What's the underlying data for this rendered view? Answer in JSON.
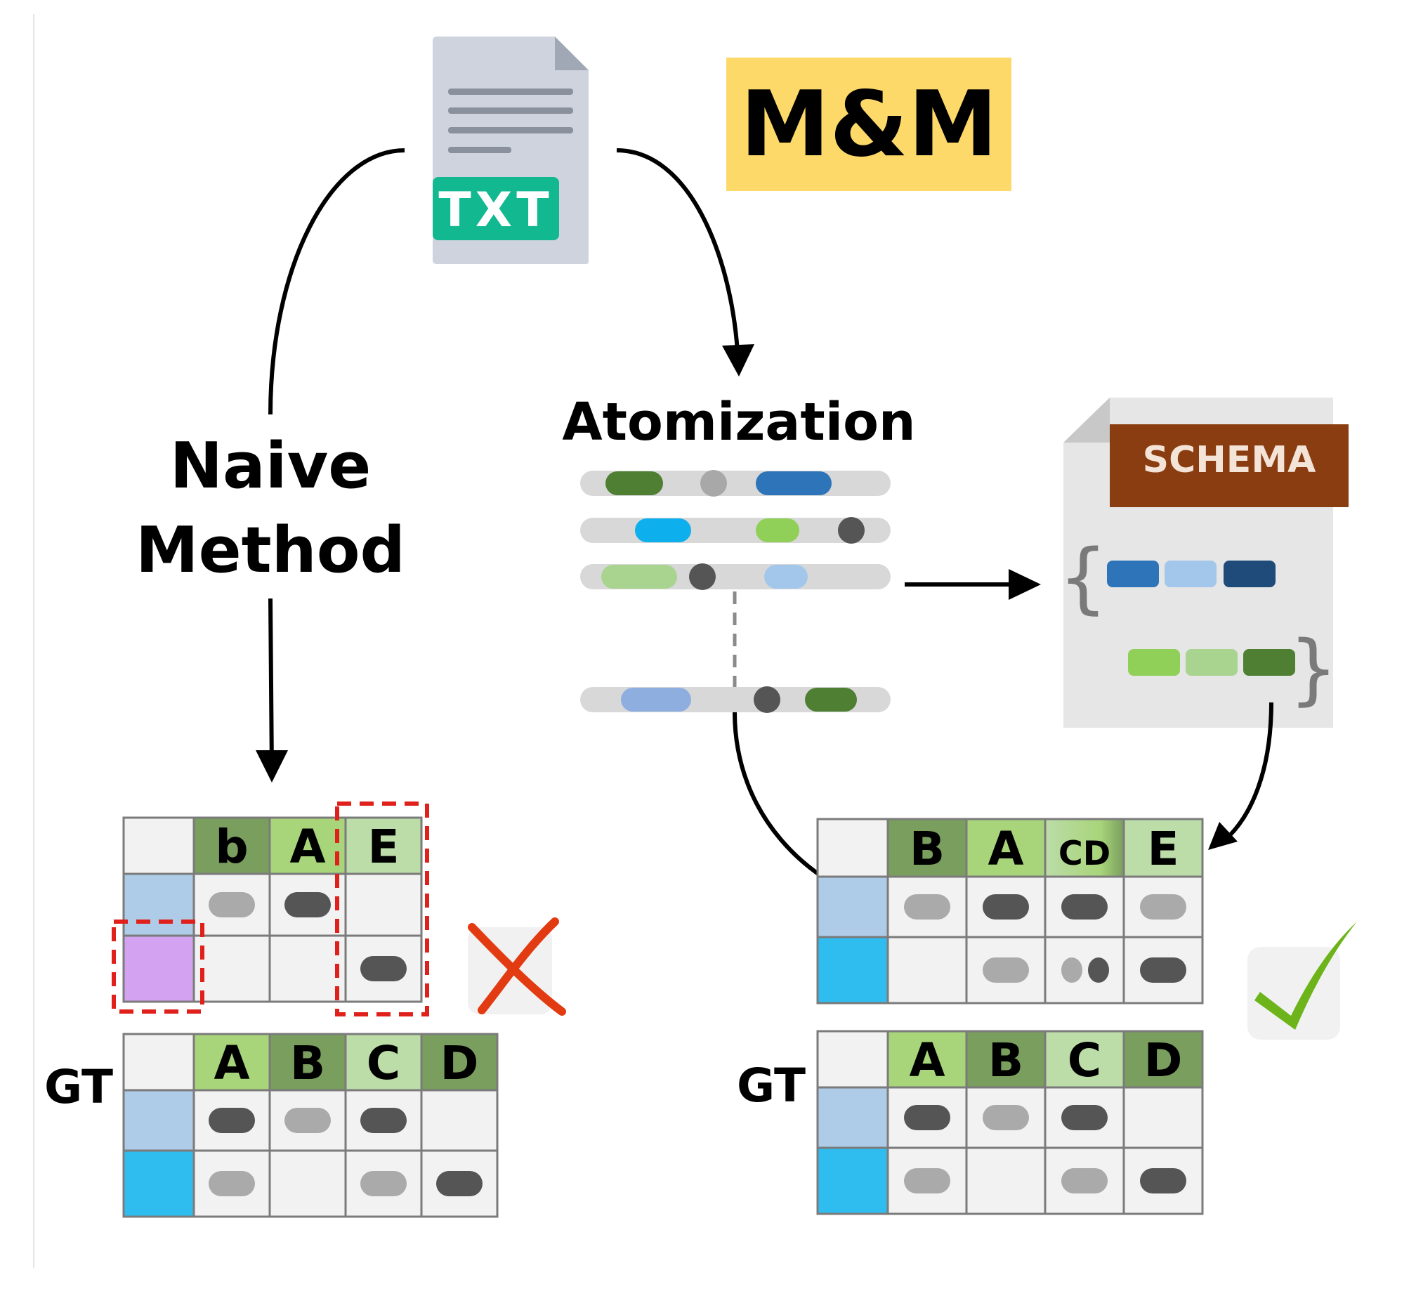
{
  "document_icon": {
    "badge": "TXT",
    "icon": "text-file-icon"
  },
  "title_badge": {
    "text": "M&M",
    "color": "#fdd96a"
  },
  "naive_label": {
    "line1": "Naive",
    "line2": "Method"
  },
  "atomization_label": "Atomization",
  "schema_label": "SCHEMA",
  "colors": {
    "dark_green": "#7a9e5e",
    "mid_green": "#a8d57a",
    "light_green": "#bcdca8",
    "light_blue_row": "#aecbe8",
    "cyan_row": "#2fbdf0",
    "purple_row": "#d3a3f2",
    "error_box": "#e0201b",
    "cross": "#e23b12",
    "check": "#6cb41a",
    "cell_bg": "#f2f2f2",
    "cell_border": "#7b7b7b"
  },
  "naive_table": {
    "headers": [
      "b",
      "A",
      "E"
    ],
    "cells": [
      [
        "light",
        "dark",
        ""
      ],
      [
        "",
        "",
        "dark"
      ]
    ]
  },
  "naive_gt": {
    "label": "GT",
    "headers": [
      "A",
      "B",
      "C",
      "D"
    ],
    "cells": [
      [
        "dark",
        "light",
        "dark",
        ""
      ],
      [
        "light",
        "",
        "light",
        "dark"
      ]
    ]
  },
  "mm_table": {
    "headers": [
      "B",
      "A",
      "CD",
      "E"
    ],
    "cells": [
      [
        "light",
        "dark",
        "dark",
        "light"
      ],
      [
        "",
        "light",
        "light+dark",
        "dark"
      ]
    ]
  },
  "mm_gt": {
    "label": "GT",
    "headers": [
      "A",
      "B",
      "C",
      "D"
    ],
    "cells": [
      [
        "dark",
        "light",
        "dark",
        ""
      ],
      [
        "light",
        "",
        "light",
        "dark"
      ]
    ]
  },
  "result_icons": {
    "wrong": "cross-icon",
    "right": "checkmark-icon"
  }
}
